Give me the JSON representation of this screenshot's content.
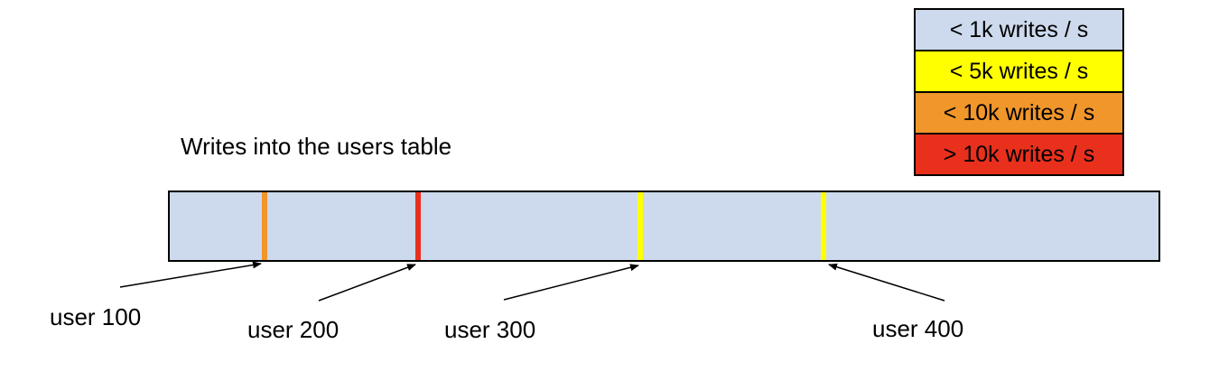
{
  "title": "Writes into the users table",
  "legend": {
    "items": [
      {
        "label": "< 1k writes / s",
        "color": "#cdd9ec"
      },
      {
        "label": "< 5k writes / s",
        "color": "#ffff00"
      },
      {
        "label": "< 10k writes / s",
        "color": "#f0962b"
      },
      {
        "label": "> 10k writes / s",
        "color": "#e8301d"
      }
    ]
  },
  "bar": {
    "fill": "#cdd9ec",
    "border_color": "#000000"
  },
  "markers": [
    {
      "label": "user 100",
      "color": "#f0962b",
      "rate_category": "< 10k writes / s",
      "position_pct": 9.6
    },
    {
      "label": "user 200",
      "color": "#e8301d",
      "rate_category": "> 10k writes / s",
      "position_pct": 25.1
    },
    {
      "label": "user 300",
      "color": "#ffff00",
      "rate_category": "< 5k writes / s",
      "position_pct": 47.6
    },
    {
      "label": "user 400",
      "color": "#ffff00",
      "rate_category": "< 5k writes / s",
      "position_pct": 66.1
    }
  ]
}
